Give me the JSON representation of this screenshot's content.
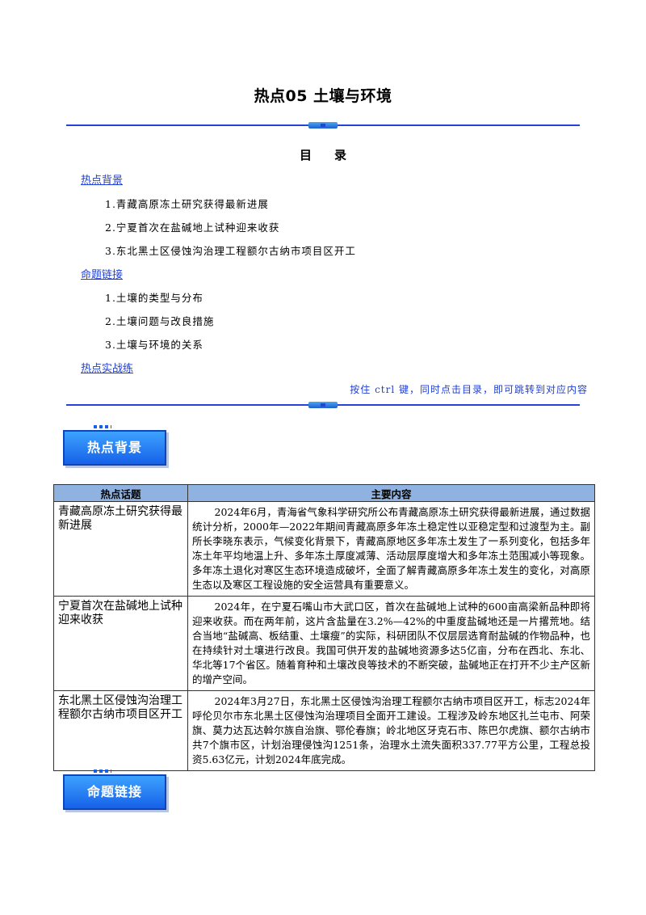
{
  "page_title": "热点05 土壤与环境",
  "toc": {
    "heading": "目录",
    "sections": [
      {
        "label": "热点背景",
        "items": [
          "1.青藏高原冻土研究获得最新进展",
          "2.宁夏首次在盐碱地上试种迎来收获",
          "3.东北黑土区侵蚀沟治理工程额尔古纳市项目区开工"
        ]
      },
      {
        "label": "命题链接",
        "items": [
          "1.土壤的类型与分布",
          "2.土壤问题与改良措施",
          "3.土壤与环境的关系"
        ]
      },
      {
        "label": "热点实战练",
        "items": []
      }
    ],
    "tip": "按住 ctrl 键，同时点击目录，即可跳转到对应内容"
  },
  "badges": {
    "background": "热点背景",
    "links": "命题链接"
  },
  "table": {
    "headers": [
      "热点话题",
      "主要内容"
    ],
    "rows": [
      {
        "topic": "青藏高原冻土研究获得最新进展",
        "content": "2024年6月，青海省气象科学研究所公布青藏高原冻土研究获得最新进展，通过数据统计分析，2000年—2022年期间青藏高原多年冻土稳定性以亚稳定型和过渡型为主。副所长李晓东表示，气候变化背景下，青藏高原地区多年冻土发生了一系列变化，包括多年冻土年平均地温上升、多年冻土厚度减薄、活动层厚度增大和多年冻土范围减小等现象。多年冻土退化对寒区生态环境造成破坏，全面了解青藏高原多年冻土发生的变化，对高原生态以及寒区工程设施的安全运营具有重要意义。"
      },
      {
        "topic": "宁夏首次在盐碱地上试种迎来收获",
        "content": "2024年，在宁夏石嘴山市大武口区，首次在盐碱地上试种的600亩高梁新品种即将迎来收获。而在两年前，这片含盐量在3.2%—42%的中重度盐碱地还是一片撂荒地。结合当地“盐碱高、板结重、土壤瘦”的实际，科研团队不仅层层选育耐盐碱的作物品种，也在持续针对土壤进行改良。我国可供开发的盐碱地资源多达5亿亩，分布在西北、东北、华北等17个省区。随着育种和土壤改良等技术的不断突破，盐碱地正在打开不少主产区新的增产空间。"
      },
      {
        "topic": "东北黑土区侵蚀沟治理工程额尔古纳市项目区开工",
        "content": "2024年3月27日，东北黑土区侵蚀沟治理工程额尔古纳市项目区开工，标志2024年呼伦贝尔市东北黑土区侵蚀沟治理项目全面开工建设。工程涉及岭东地区扎兰屯市、阿荣旗、莫力达瓦达斡尔族自治旗、鄂伦春旗；岭北地区牙克石市、陈巴尔虎旗、额尔古纳市共7个旗市区，计划治理侵蚀沟1251条，治理水土流失面积337.77平方公里，工程总投资5.63亿元，计划2024年底完成。"
      }
    ]
  }
}
